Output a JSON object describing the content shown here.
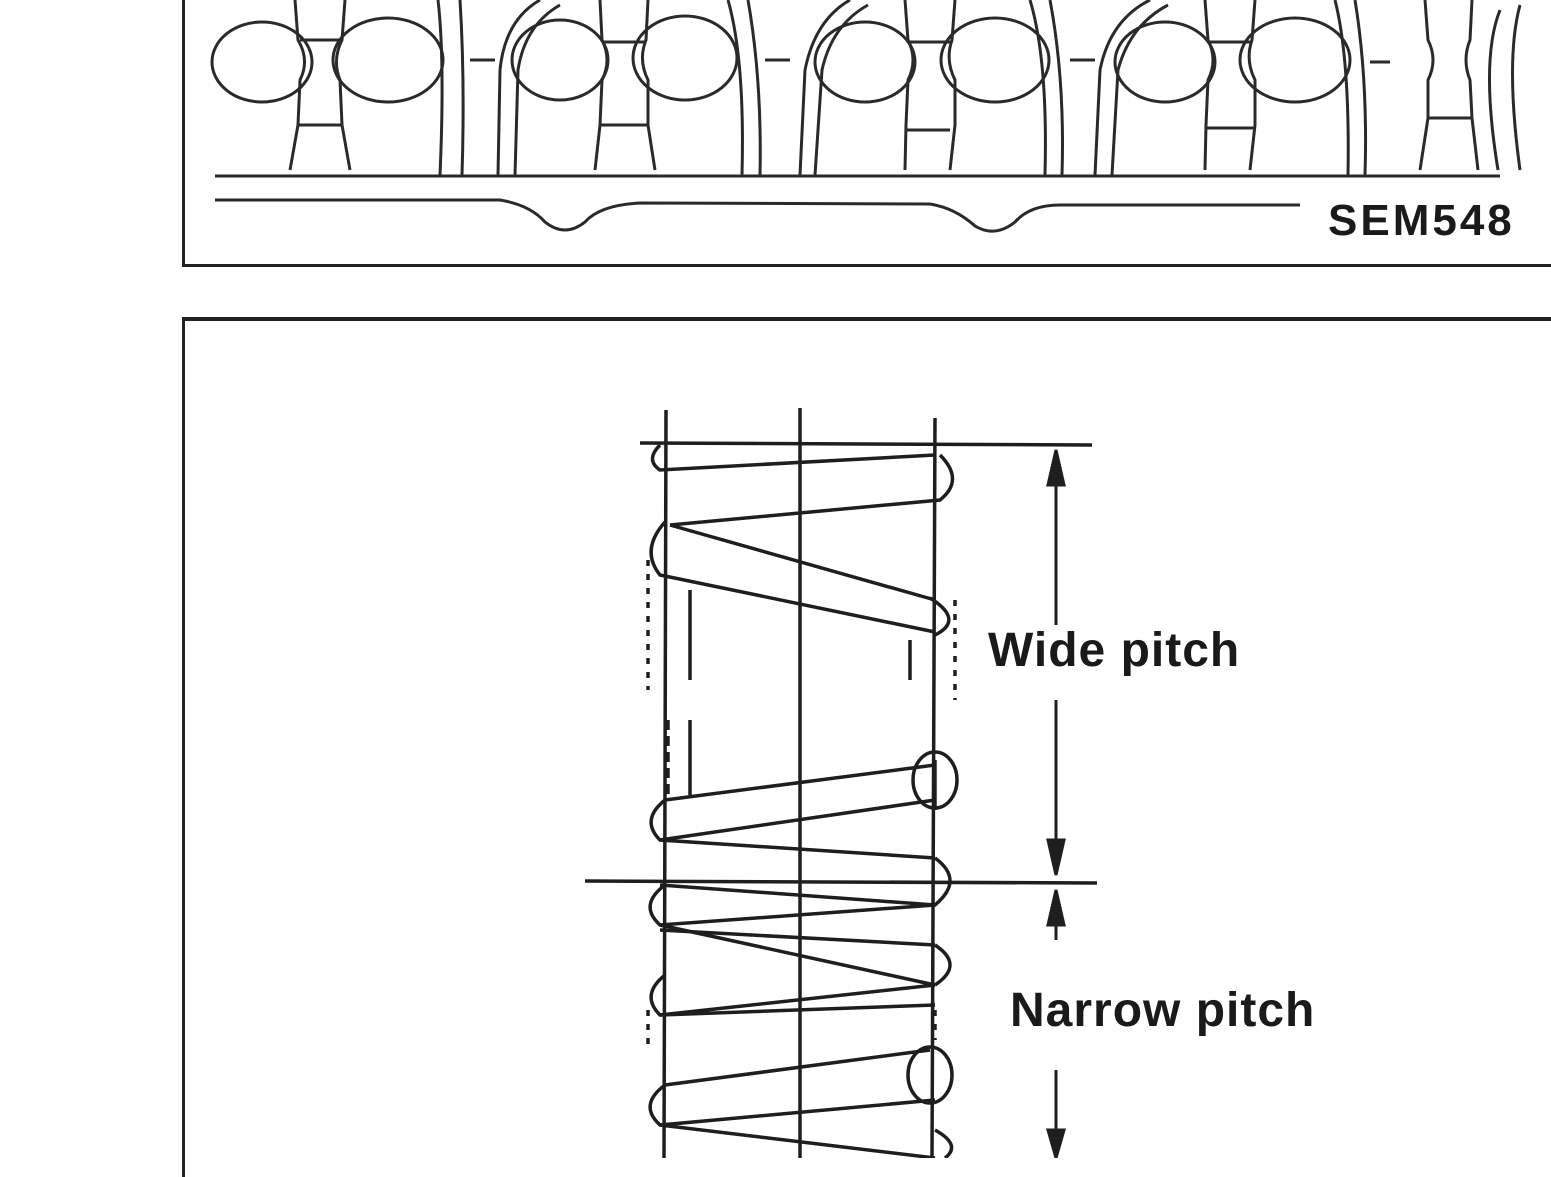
{
  "figure_top": {
    "reference_code": "SEM548"
  },
  "figure_bottom": {
    "labels": {
      "wide_pitch": "Wide pitch",
      "narrow_pitch": "Narrow pitch"
    }
  }
}
